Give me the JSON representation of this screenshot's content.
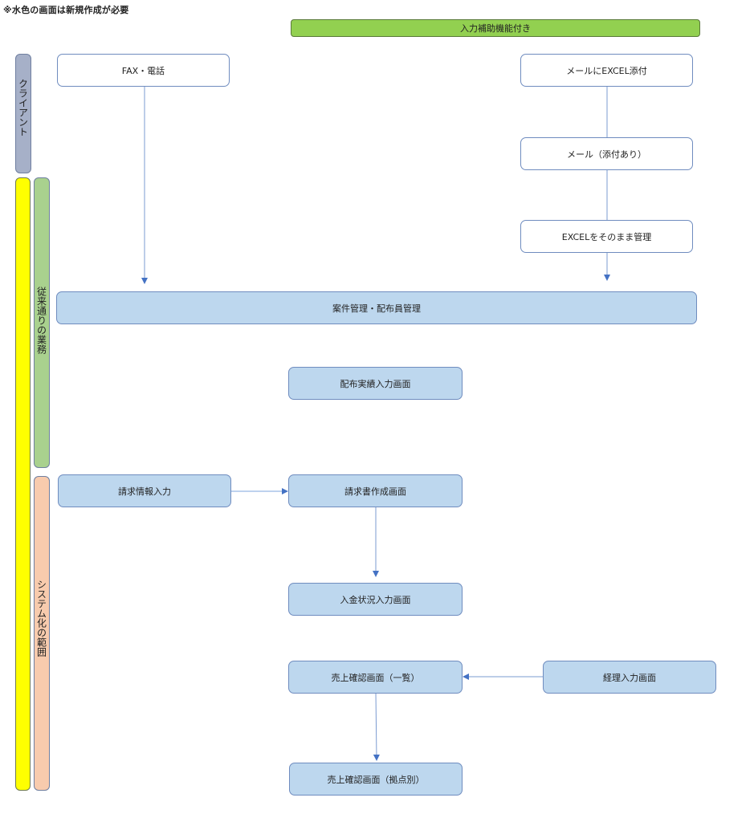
{
  "note": "※水色の画面は新規作成が必要",
  "header_bar": {
    "label": "入力補助機能付き",
    "color": "#92d050"
  },
  "lanes": {
    "client": {
      "label": "クライアント",
      "color": "#a6b0c8"
    },
    "scope_all": {
      "label": "",
      "color": "#ffff00"
    },
    "legacy": {
      "label": "従来通りの業務",
      "color": "#a9d18e"
    },
    "system": {
      "label": "システム化の範囲",
      "color": "#f8cbad"
    }
  },
  "nodes": {
    "fax_phone": "FAX・電話",
    "mail_excel": "メールにEXCEL添付",
    "mail_attached": "メール（添付あり）",
    "excel_manage": "EXCELをそのまま管理",
    "case_manage": "案件管理・配布員管理",
    "distribution_input": "配布実績入力画面",
    "billing_info_input": "請求情報入力",
    "invoice_create": "請求書作成画面",
    "payment_status_input": "入金状況入力画面",
    "sales_confirm_list": "売上確認画面（一覧）",
    "accounting_input": "経理入力画面",
    "sales_confirm_branch": "売上確認画面（拠点別）"
  },
  "colors": {
    "new_screen": "#bdd7ee",
    "existing": "#ffffff",
    "connector": "#4472c4"
  }
}
